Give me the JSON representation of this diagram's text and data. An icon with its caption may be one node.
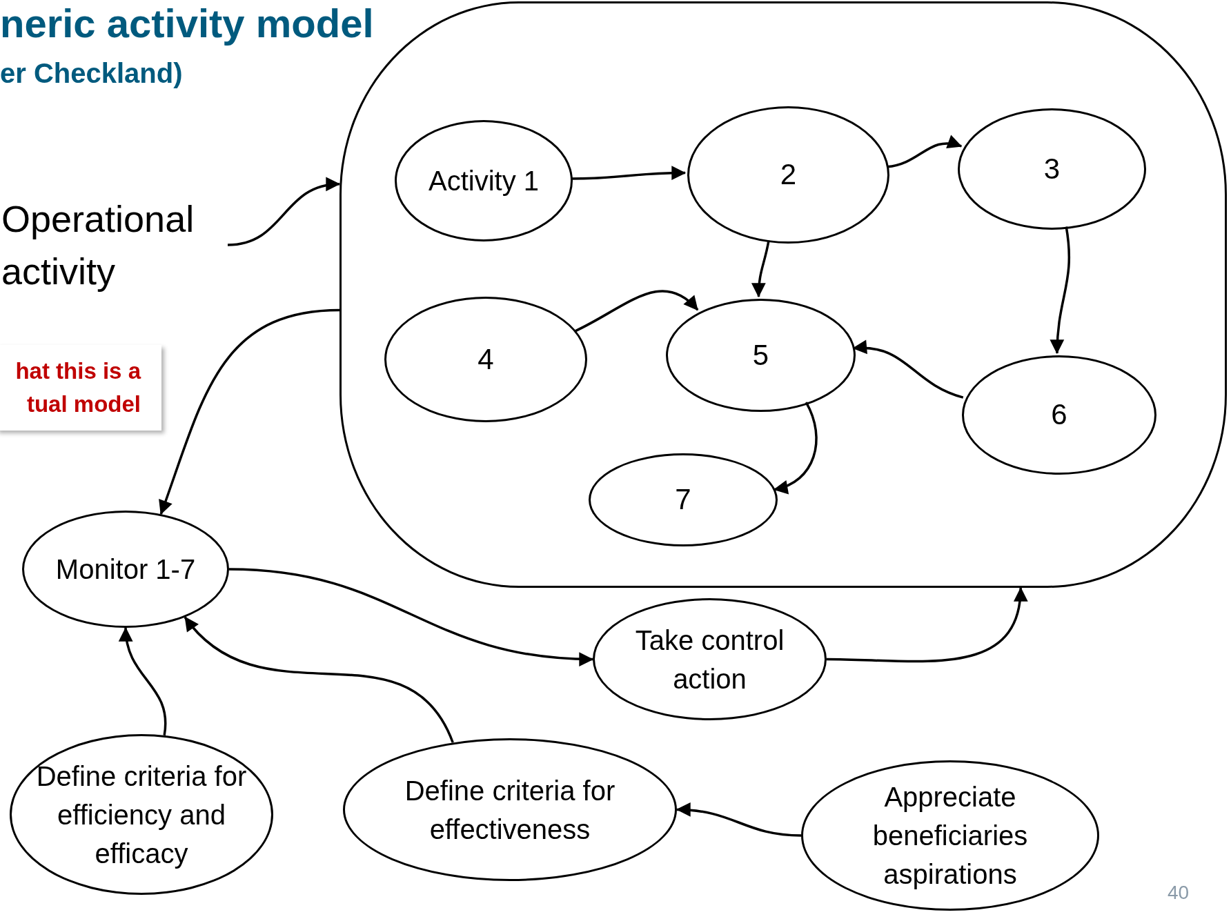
{
  "diagram": {
    "title": "neric activity model",
    "nodes": [
      {
        "text": [],
        "shape": "cloud"
      },
      {
        "text": [
          "Activity 1"
        ],
        "in": 0
      },
      {
        "text": [
          "2"
        ],
        "in": 0
      },
      {
        "text": [
          "3"
        ],
        "in": 0
      },
      {
        "text": [
          "4"
        ],
        "in": 0
      },
      {
        "text": [
          "5"
        ],
        "in": 0
      },
      {
        "text": [
          "6"
        ],
        "in": 0
      },
      {
        "text": [
          "7"
        ],
        "in": 0
      },
      {
        "text": [
          "Operational activity"
        ]
      },
      {
        "text": [
          "Monitor 1-7"
        ]
      },
      {
        "text": [
          "Take control action"
        ]
      },
      {
        "text": [
          "Define criteria for efficiency and efficacy"
        ]
      },
      {
        "text": [
          "Define criteria for effectiveness"
        ]
      },
      {
        "text": [
          "Appreciate beneficiaries aspirations"
        ]
      },
      {
        "text": [
          "hat this is a tual model"
        ]
      }
    ],
    "edges": [
      {
        "from": 1,
        "to": 2,
        "arrow": "to"
      },
      {
        "from": 2,
        "to": 3,
        "arrow": "to"
      },
      {
        "from": 2,
        "to": 5,
        "arrow": "to"
      },
      {
        "from": 3,
        "to": 6,
        "arrow": "to"
      },
      {
        "from": 4,
        "to": 5,
        "arrow": "to"
      },
      {
        "from": 6,
        "to": 5,
        "arrow": "to"
      },
      {
        "from": 5,
        "to": 7,
        "arrow": "to"
      },
      {
        "from": 8,
        "to": 0,
        "arrow": "to"
      },
      {
        "from": 0,
        "to": 9,
        "arrow": "to"
      },
      {
        "from": 9,
        "to": 10,
        "arrow": "to"
      },
      {
        "from": 10,
        "to": 0,
        "arrow": "to"
      },
      {
        "from": 11,
        "to": 9,
        "arrow": "to"
      },
      {
        "from": 12,
        "to": 9,
        "arrow": "to"
      },
      {
        "from": 13,
        "to": 12,
        "arrow": "to"
      }
    ],
    "labels": [
      "er Checkland)",
      "40"
    ]
  }
}
